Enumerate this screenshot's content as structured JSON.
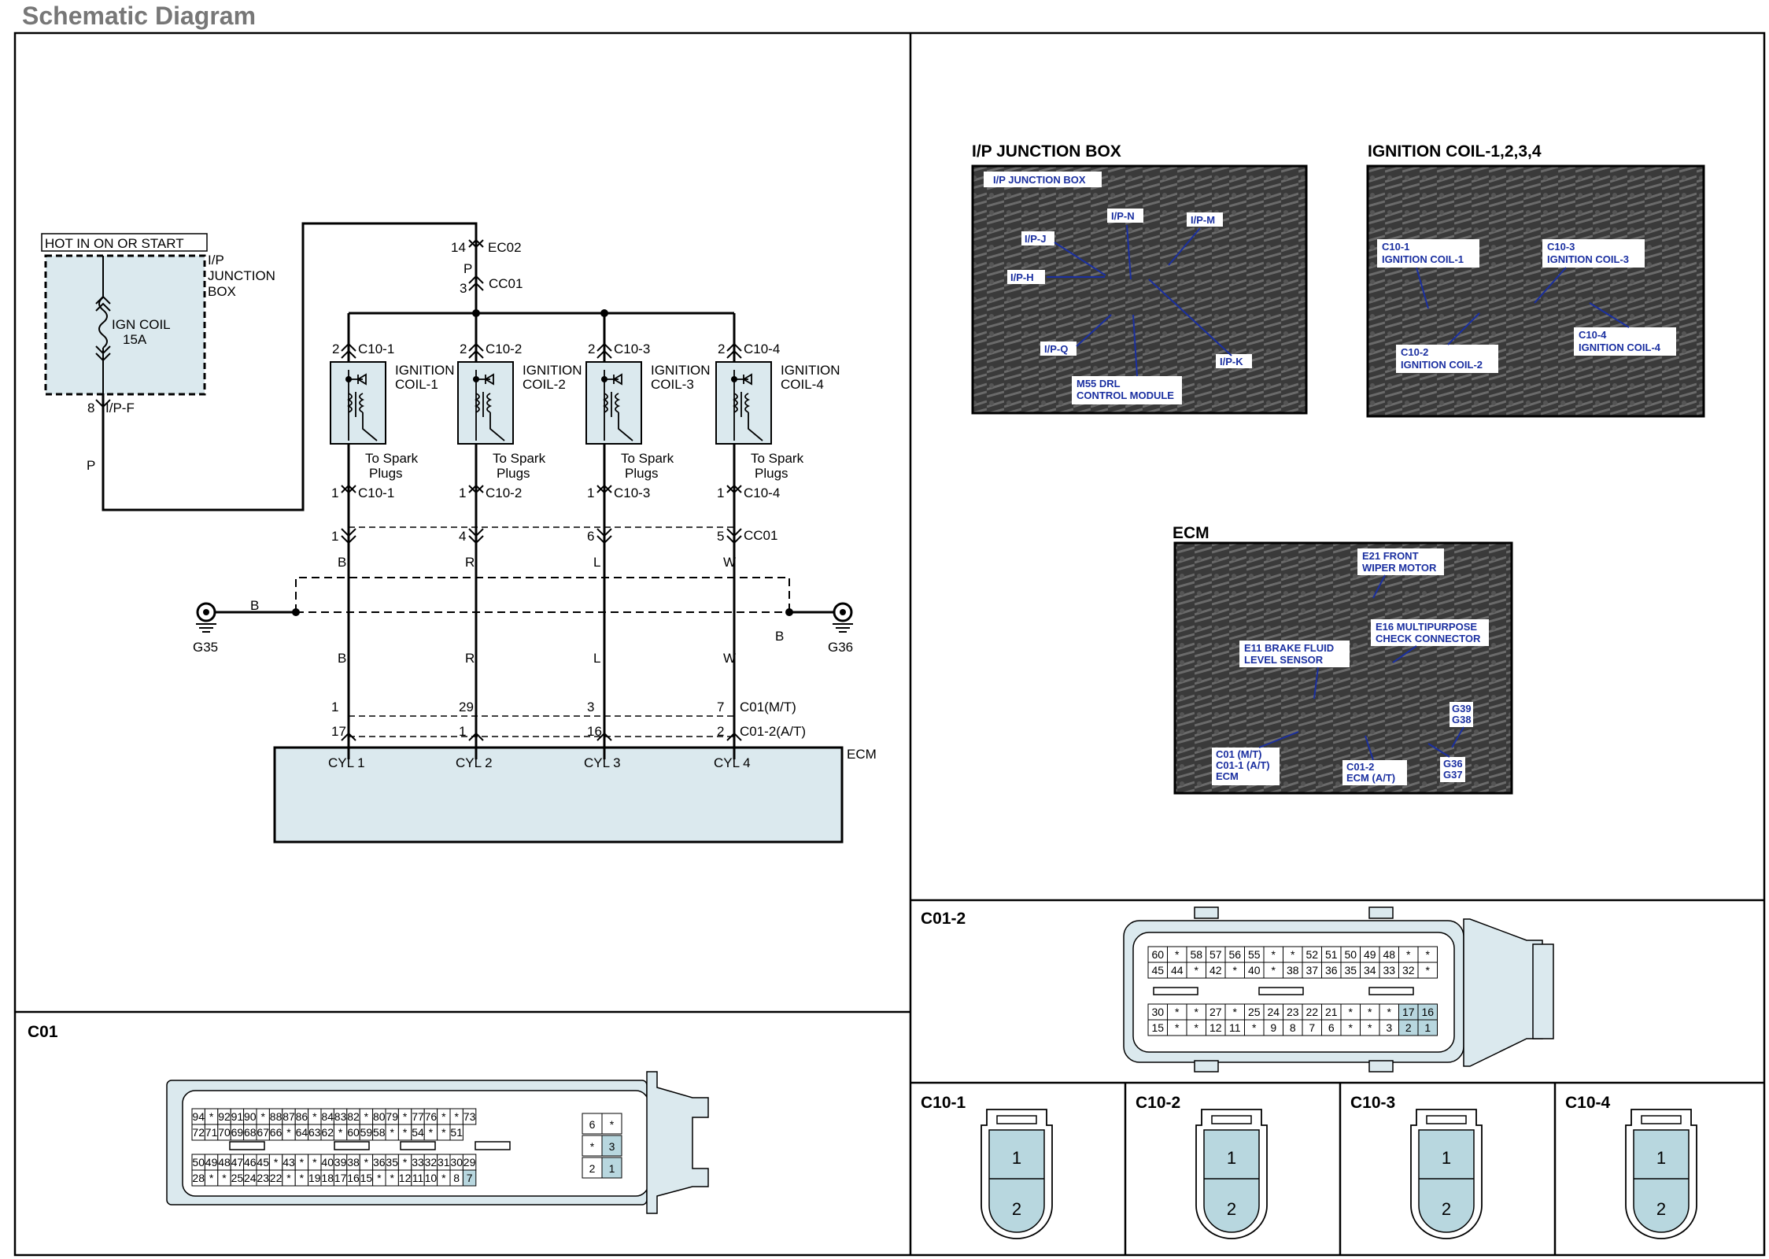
{
  "page_title": "Schematic Diagram",
  "schematic": {
    "power_box": {
      "header": "HOT IN ON OR START",
      "label_lines": [
        "I/P",
        "JUNCTION",
        "BOX"
      ],
      "fuse_lines": [
        "IGN COIL",
        "15A"
      ],
      "out_pin": "8",
      "out_conn": "I/P-F"
    },
    "wire_p_left": "P",
    "ec02": {
      "pin": "14",
      "conn": "EC02"
    },
    "cc01_top": {
      "pin": "3",
      "conn": "CC01",
      "wire": "P"
    },
    "coils": [
      {
        "top_pin": "2",
        "top_conn": "C10-1",
        "label": [
          "IGNITION",
          "COIL-1"
        ],
        "plug": [
          "To Spark",
          "Plugs"
        ],
        "bot_pin": "1",
        "bot_conn": "C10-1",
        "cc_pin": "1",
        "wire": "B",
        "ecm_mt": "1",
        "ecm_at": "17",
        "cyl": "CYL 1"
      },
      {
        "top_pin": "2",
        "top_conn": "C10-2",
        "label": [
          "IGNITION",
          "COIL-2"
        ],
        "plug": [
          "To Spark",
          "Plugs"
        ],
        "bot_pin": "1",
        "bot_conn": "C10-2",
        "cc_pin": "4",
        "wire": "R",
        "ecm_mt": "29",
        "ecm_at": "1",
        "cyl": "CYL 2"
      },
      {
        "top_pin": "2",
        "top_conn": "C10-3",
        "label": [
          "IGNITION",
          "COIL-3"
        ],
        "plug": [
          "To Spark",
          "Plugs"
        ],
        "bot_pin": "1",
        "bot_conn": "C10-3",
        "cc_pin": "6",
        "wire": "L",
        "ecm_mt": "3",
        "ecm_at": "16",
        "cyl": "CYL 3"
      },
      {
        "top_pin": "2",
        "top_conn": "C10-4",
        "label": [
          "IGNITION",
          "COIL-4"
        ],
        "plug": [
          "To Spark",
          "Plugs"
        ],
        "bot_pin": "1",
        "bot_conn": "C10-4",
        "cc_pin": "5",
        "wire": "W",
        "ecm_mt": "7",
        "ecm_at": "2",
        "cyl": "CYL 4"
      }
    ],
    "cc01_bottom": "CC01",
    "ground_left": {
      "name": "G35",
      "wire": "B"
    },
    "ground_right": {
      "name": "G36",
      "wire": "B"
    },
    "ecm_conn_mt": "C01(M/T)",
    "ecm_conn_at": "C01-2(A/T)",
    "ecm_label": "ECM"
  },
  "photos": {
    "ipjb": {
      "title": "I/P JUNCTION BOX",
      "callouts": [
        "I/P JUNCTION BOX",
        "I/P-N",
        "I/P-M",
        "I/P-J",
        "I/P-H",
        "I/P-Q",
        "I/P-K",
        "M55 DRL",
        "CONTROL MODULE"
      ]
    },
    "coils": {
      "title": "IGNITION COIL-1,2,3,4",
      "callouts": [
        "C10-1",
        "IGNITION COIL-1",
        "C10-3",
        "IGNITION COIL-3",
        "C10-2",
        "IGNITION COIL-2",
        "C10-4",
        "IGNITION COIL-4"
      ]
    },
    "ecm": {
      "title": "ECM",
      "callouts": [
        "E21 FRONT",
        "WIPER MOTOR",
        "E16 MULTIPURPOSE",
        "CHECK CONNECTOR",
        "E11 BRAKE FLUID",
        "LEVEL SENSOR",
        "G39",
        "G38",
        "C01 (M/T)",
        "C01-1 (A/T)",
        "ECM",
        "C01-2",
        "ECM (A/T)",
        "G36",
        "G37"
      ]
    }
  },
  "connectors": {
    "c01": {
      "title": "C01",
      "rows": [
        [
          "94",
          "*",
          "92",
          "91",
          "90",
          "*",
          "88",
          "87",
          "86",
          "*",
          "84",
          "83",
          "82",
          "*",
          "80",
          "79",
          "*",
          "77",
          "76",
          "*",
          "*",
          "73"
        ],
        [
          "72",
          "71",
          "70",
          "69",
          "68",
          "67",
          "66",
          "*",
          "64",
          "63",
          "62",
          "*",
          "60",
          "59",
          "58",
          "*",
          "*",
          "54",
          "*",
          "*",
          "51"
        ],
        [
          "50",
          "49",
          "48",
          "47",
          "46",
          "45",
          "*",
          "43",
          "*",
          "*",
          "40",
          "39",
          "38",
          "*",
          "36",
          "35",
          "*",
          "33",
          "32",
          "31",
          "30",
          "29"
        ],
        [
          "28",
          "*",
          "*",
          "25",
          "24",
          "23",
          "22",
          "*",
          "*",
          "19",
          "18",
          "17",
          "16",
          "15",
          "*",
          "*",
          "12",
          "11",
          "10",
          "*",
          "8",
          "7"
        ]
      ],
      "side": [
        [
          "6",
          "*"
        ],
        [
          "*",
          "3"
        ],
        [
          "2",
          "1"
        ]
      ]
    },
    "c012": {
      "title": "C01-2",
      "rows": [
        [
          "60",
          "*",
          "58",
          "57",
          "56",
          "55",
          "*",
          "*",
          "52",
          "51",
          "50",
          "49",
          "48",
          "*",
          "*"
        ],
        [
          "45",
          "44",
          "*",
          "42",
          "*",
          "40",
          "*",
          "38",
          "37",
          "36",
          "35",
          "34",
          "33",
          "32",
          "*"
        ],
        [
          "30",
          "*",
          "*",
          "27",
          "*",
          "25",
          "24",
          "23",
          "22",
          "21",
          "*",
          "*",
          "*",
          "17",
          "16"
        ],
        [
          "15",
          "*",
          "*",
          "12",
          "11",
          "*",
          "9",
          "8",
          "7",
          "6",
          "*",
          "*",
          "3",
          "2",
          "1"
        ]
      ]
    },
    "c10": [
      {
        "title": "C10-1",
        "pins": [
          "1",
          "2"
        ]
      },
      {
        "title": "C10-2",
        "pins": [
          "1",
          "2"
        ]
      },
      {
        "title": "C10-3",
        "pins": [
          "1",
          "2"
        ]
      },
      {
        "title": "C10-4",
        "pins": [
          "1",
          "2"
        ]
      }
    ]
  }
}
